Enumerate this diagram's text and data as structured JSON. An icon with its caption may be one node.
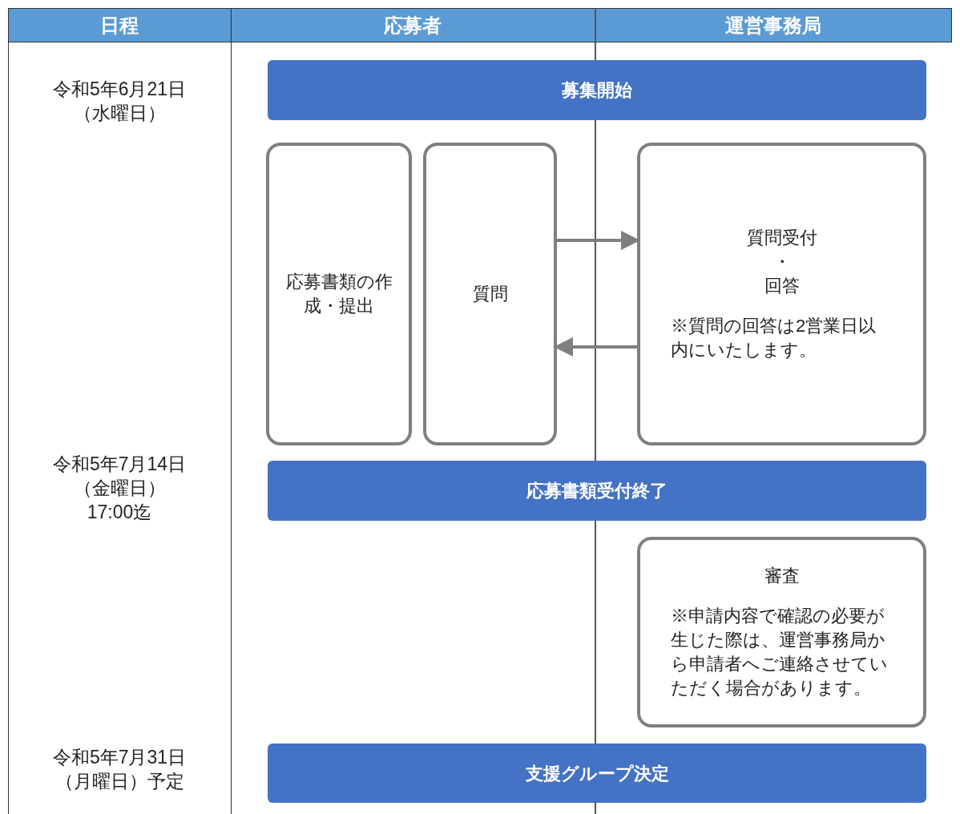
{
  "diagram": {
    "nodes": [
      {
        "text": [
          "募集開始"
        ]
      },
      {
        "text": [
          "応募書類の作成・提出"
        ]
      },
      {
        "text": [
          "質問"
        ]
      },
      {
        "text": [
          "質問受付",
          "・",
          "回答",
          "※質問の回答は2営業日以内にいたします。"
        ]
      },
      {
        "text": [
          "応募書類受付終了"
        ]
      },
      {
        "text": [
          "審査",
          "※申請内容で確認の必要が生じた際は、運営事務局から申請者へご連絡させていただく場合があります。"
        ]
      },
      {
        "text": [
          "支援グループ決定"
        ]
      }
    ],
    "edges": [
      {
        "from": 2,
        "to": 3,
        "arrow": "to"
      },
      {
        "from": 3,
        "to": 2,
        "arrow": "to"
      }
    ],
    "labels": [
      "日程",
      "応募者",
      "運営事務局",
      "令和5年6月21日",
      "（水曜日）",
      "令和5年7月14日",
      "（金曜日）",
      "17:00迄",
      "令和5年7月31日",
      "（月曜日）予定"
    ]
  }
}
